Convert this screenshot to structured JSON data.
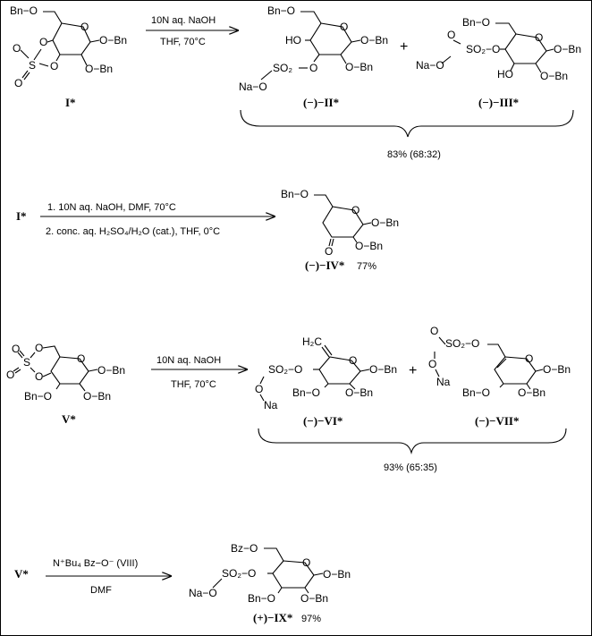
{
  "reaction1": {
    "reagent_top": "10N aq. NaOH",
    "reagent_bottom": "THF, 70°C",
    "sm_label": "I*",
    "p1_label": "(−)−II*",
    "p2_label": "(−)−III*",
    "plus": "+",
    "yield": "83% (68:32)"
  },
  "reaction2": {
    "start": "I*",
    "step1": "1. 10N aq. NaOH, DMF, 70°C",
    "step2": "2. conc. aq. H₂SO₄/H₂O (cat.), THF, 0°C",
    "p_label": "(−)−IV*",
    "yield": "77%"
  },
  "reaction3": {
    "reagent_top": "10N aq. NaOH",
    "reagent_bottom": "THF, 70°C",
    "sm_label": "V*",
    "p1_label": "(−)−VI*",
    "p2_label": "(−)−VII*",
    "plus": "+",
    "yield": "93% (65:35)"
  },
  "reaction4": {
    "start": "V*",
    "reagent_top": "N⁺Bu₄ Bz−O⁻ (VIII)",
    "reagent_bottom": "DMF",
    "p_label": "(+)−IX*",
    "yield": "97%"
  },
  "atoms": {
    "bn_o": "Bn−O",
    "o_bn": "O−Bn",
    "bz_o": "Bz−O",
    "ho": "HO",
    "o": "O",
    "s": "S",
    "so2": "SO₂",
    "na": "Na",
    "na_o": "Na−O",
    "h2c": "H₂C",
    "so2_o": "SO₂−O"
  }
}
